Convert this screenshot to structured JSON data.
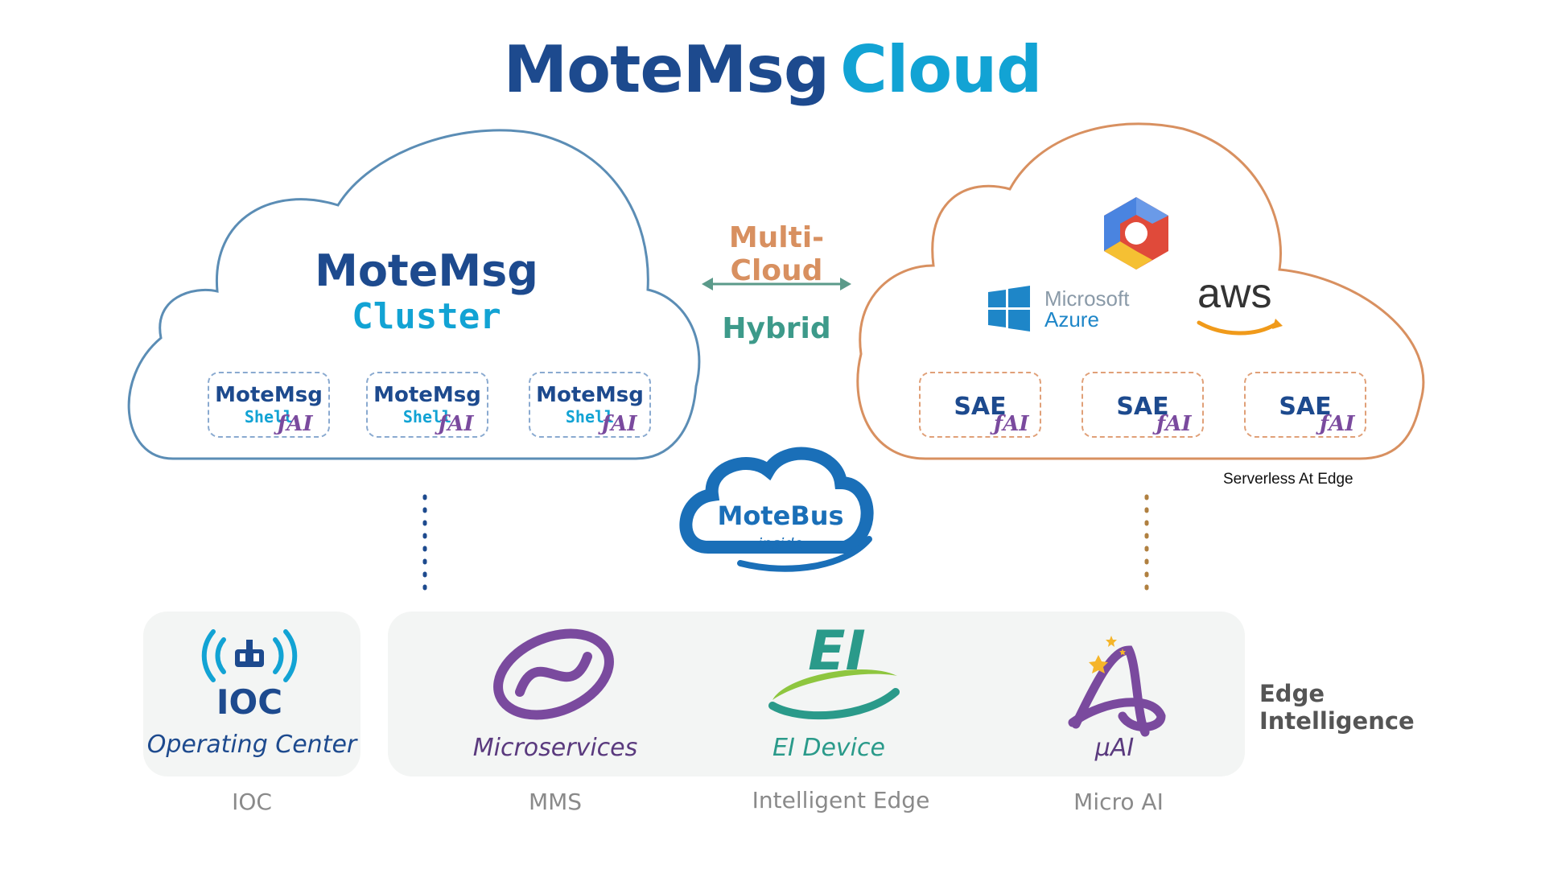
{
  "title": {
    "part1": "MoteMsg",
    "part2": "Cloud"
  },
  "left_cloud": {
    "line1": "MoteMsg",
    "line2": "Cluster",
    "shells": [
      {
        "name": "MoteMsg",
        "sub": "Shell",
        "badge": "AI"
      },
      {
        "name": "MoteMsg",
        "sub": "Shell",
        "badge": "AI"
      },
      {
        "name": "MoteMsg",
        "sub": "Shell",
        "badge": "AI"
      }
    ]
  },
  "middle": {
    "multi_cloud": "Multi-Cloud",
    "hybrid": "Hybrid"
  },
  "right_cloud": {
    "azure_line1": "Microsoft",
    "azure_line2": "Azure",
    "aws": "aws",
    "sae_boxes": [
      {
        "label": "SAE",
        "badge": "AI"
      },
      {
        "label": "SAE",
        "badge": "AI"
      },
      {
        "label": "SAE",
        "badge": "AI"
      }
    ],
    "caption": "Serverless At Edge"
  },
  "motebus": {
    "name": "MoteBus",
    "sub": "inside"
  },
  "bottom": {
    "ioc": {
      "logo": "IOC",
      "label": "Operating Center",
      "caption": "IOC"
    },
    "mms": {
      "label": "Microservices",
      "caption": "MMS"
    },
    "ei": {
      "logo": "EI",
      "label": "EI Device",
      "caption": "Intelligent Edge"
    },
    "uai": {
      "label": "μAI",
      "caption": "Micro AI"
    },
    "side_label": "Edge Intelligence"
  },
  "colors": {
    "dark_blue": "#1d4a8e",
    "cyan": "#12a3d4",
    "orange": "#d89060",
    "teal": "#3d9a8a",
    "purple": "#7a4a9e"
  }
}
